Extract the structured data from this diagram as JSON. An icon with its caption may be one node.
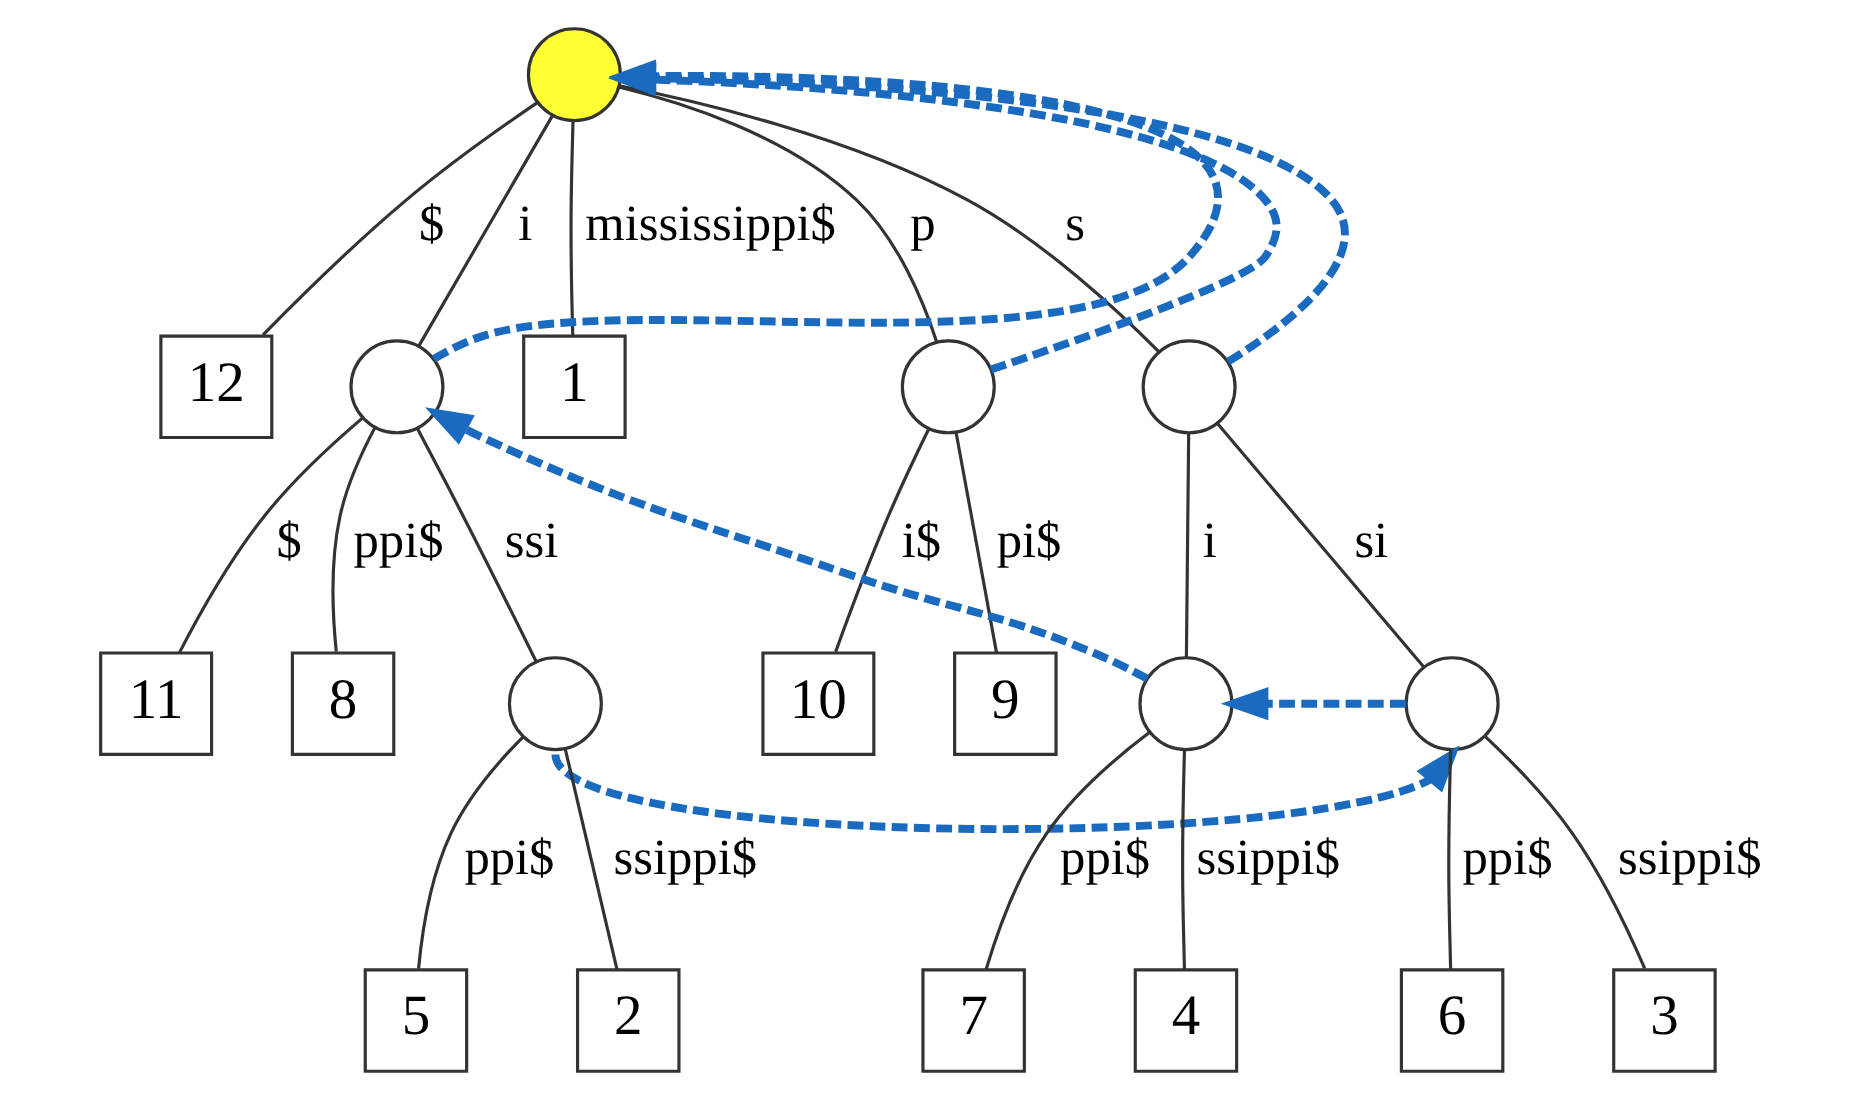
{
  "diagram": {
    "nodes": [
      {
        "text": [],
        "shape": "circle"
      },
      {
        "text": [
          "12"
        ]
      },
      {
        "text": [],
        "shape": "circle"
      },
      {
        "text": [
          "1"
        ]
      },
      {
        "text": [],
        "shape": "circle"
      },
      {
        "text": [],
        "shape": "circle"
      },
      {
        "text": [
          "11"
        ]
      },
      {
        "text": [
          "8"
        ]
      },
      {
        "text": [],
        "shape": "circle"
      },
      {
        "text": [
          "10"
        ]
      },
      {
        "text": [
          "9"
        ]
      },
      {
        "text": [],
        "shape": "circle"
      },
      {
        "text": [],
        "shape": "circle"
      },
      {
        "text": [
          "5"
        ]
      },
      {
        "text": [
          "2"
        ]
      },
      {
        "text": [
          "7"
        ]
      },
      {
        "text": [
          "4"
        ]
      },
      {
        "text": [
          "6"
        ]
      },
      {
        "text": [
          "3"
        ]
      }
    ],
    "edges": [
      {
        "from": 0,
        "to": 1,
        "arrow": "none",
        "label": "$"
      },
      {
        "from": 0,
        "to": 2,
        "arrow": "none",
        "label": "i"
      },
      {
        "from": 0,
        "to": 3,
        "arrow": "none",
        "label": "mississippi$"
      },
      {
        "from": 0,
        "to": 4,
        "arrow": "none",
        "label": "p"
      },
      {
        "from": 0,
        "to": 5,
        "arrow": "none",
        "label": "s"
      },
      {
        "from": 2,
        "to": 6,
        "arrow": "none",
        "label": "$"
      },
      {
        "from": 2,
        "to": 7,
        "arrow": "none",
        "label": "ppi$"
      },
      {
        "from": 2,
        "to": 8,
        "arrow": "none",
        "label": "ssi"
      },
      {
        "from": 4,
        "to": 9,
        "arrow": "none",
        "label": "i$"
      },
      {
        "from": 4,
        "to": 10,
        "arrow": "none",
        "label": "pi$"
      },
      {
        "from": 5,
        "to": 11,
        "arrow": "none",
        "label": "i"
      },
      {
        "from": 5,
        "to": 12,
        "arrow": "none",
        "label": "si"
      },
      {
        "from": 8,
        "to": 13,
        "arrow": "none",
        "label": "ppi$"
      },
      {
        "from": 8,
        "to": 14,
        "arrow": "none",
        "label": "ssippi$"
      },
      {
        "from": 11,
        "to": 15,
        "arrow": "none",
        "label": "ppi$"
      },
      {
        "from": 11,
        "to": 16,
        "arrow": "none",
        "label": "ssippi$"
      },
      {
        "from": 12,
        "to": 17,
        "arrow": "none",
        "label": "ppi$"
      },
      {
        "from": 12,
        "to": 18,
        "arrow": "none",
        "label": "ssippi$"
      },
      {
        "from": 2,
        "to": 0,
        "arrow": "to",
        "style": "dashed",
        "color": "#1a6bbf"
      },
      {
        "from": 4,
        "to": 0,
        "arrow": "to",
        "style": "dashed",
        "color": "#1a6bbf"
      },
      {
        "from": 5,
        "to": 0,
        "arrow": "to",
        "style": "dashed",
        "color": "#1a6bbf"
      },
      {
        "from": 8,
        "to": 12,
        "arrow": "to",
        "style": "dashed",
        "color": "#1a6bbf"
      },
      {
        "from": 12,
        "to": 11,
        "arrow": "to",
        "style": "dashed",
        "color": "#1a6bbf"
      },
      {
        "from": 11,
        "to": 2,
        "arrow": "to",
        "style": "dashed",
        "color": "#1a6bbf"
      }
    ]
  }
}
